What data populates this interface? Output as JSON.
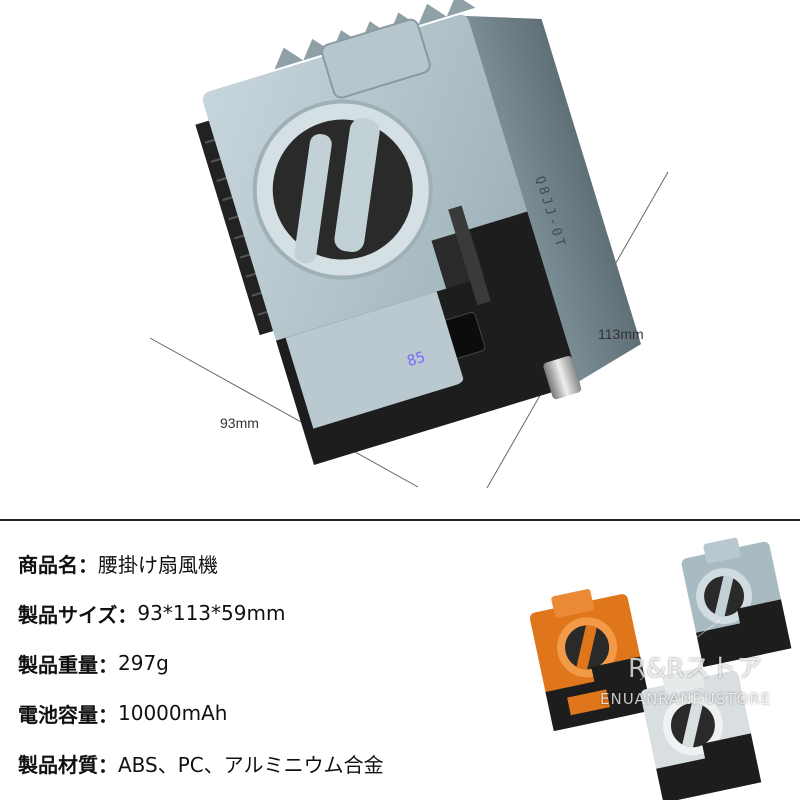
{
  "dimensions": {
    "width_label": "93mm",
    "height_label": "113mm"
  },
  "specs": [
    {
      "label": "商品名：",
      "value": "腰掛け扇風機"
    },
    {
      "label": "製品サイズ：",
      "value": "93*113*59mm"
    },
    {
      "label": "製品重量：",
      "value": "297g"
    },
    {
      "label": "電池容量：",
      "value": "10000mAh"
    },
    {
      "label": "製品材質：",
      "value": "ABS、PC、アルミニウム合金"
    }
  ],
  "display_digits": "85",
  "watermark": {
    "line1": "R&Rストア",
    "line2": "ENUANRANRUSTORE"
  },
  "colors": {
    "fan_body": "#aebfc6",
    "fan_dark": "#1c1c1c",
    "accent_orange": "#e0761c",
    "display_digit": "#7a6cff",
    "divider": "#222222"
  }
}
